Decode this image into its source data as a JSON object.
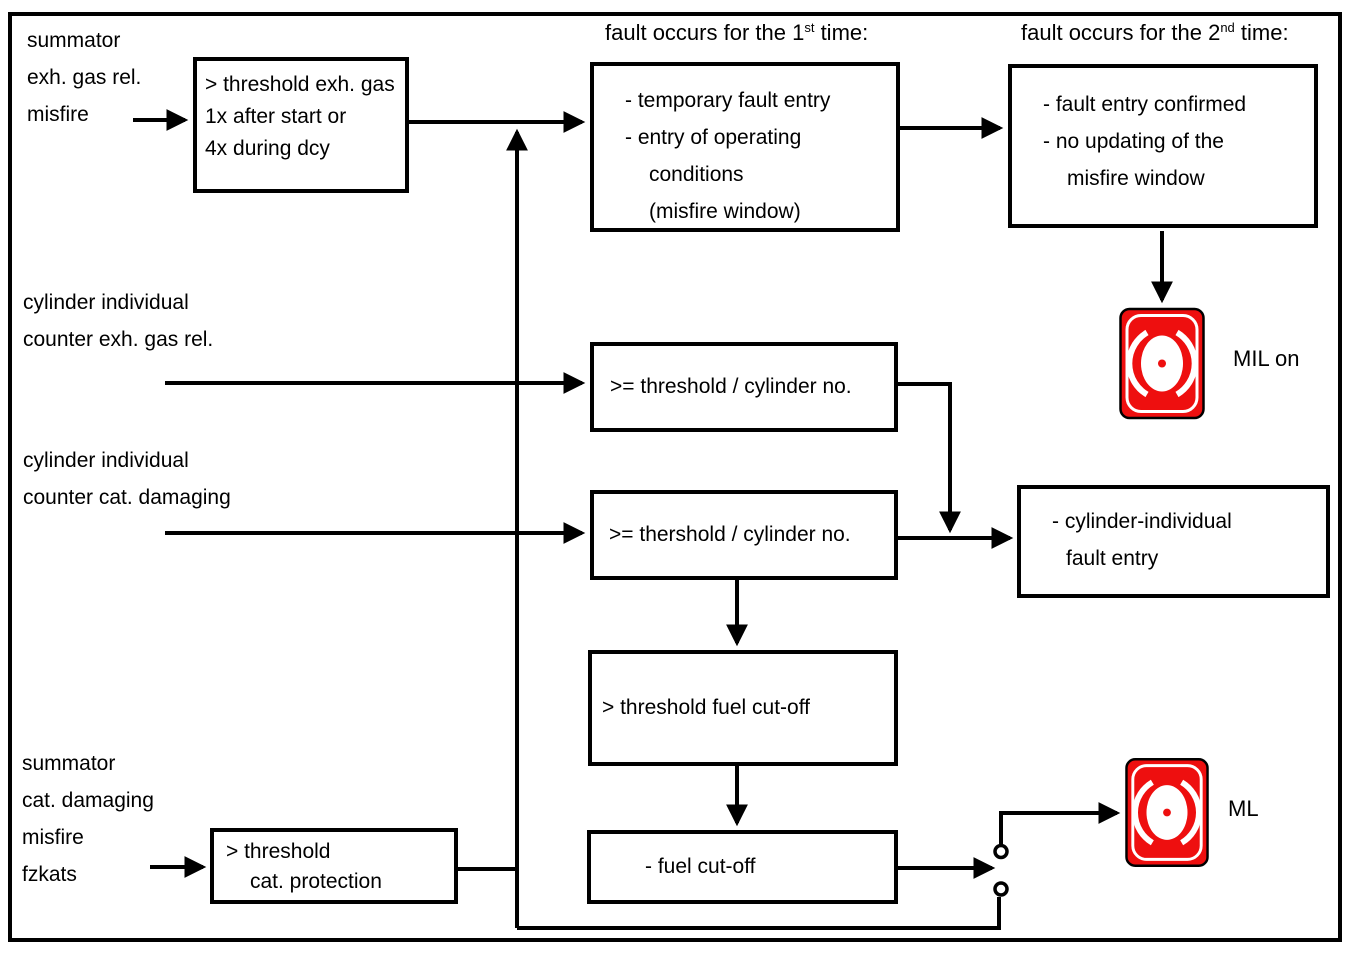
{
  "diagram": {
    "headers": {
      "first_time": {
        "prefix": "fault occurs for the 1",
        "sup": "st",
        "suffix": " time:"
      },
      "second_time": {
        "prefix": "fault occurs for the 2",
        "sup": "nd",
        "suffix": " time:"
      }
    },
    "labels": {
      "summator_exh": [
        "summator",
        "exh. gas rel.",
        "misfire"
      ],
      "cyl_exh": [
        "cylinder individual",
        "counter exh. gas rel."
      ],
      "cyl_cat": [
        "cylinder individual",
        "counter cat. damaging"
      ],
      "summator_cat": [
        "summator",
        "cat. damaging",
        "misfire",
        "fzkats"
      ],
      "mil_on": "MIL on",
      "ml": "ML"
    },
    "boxes": {
      "threshold_exh": {
        "lines": [
          "> threshold exh. gas",
          "1x after start or",
          "4x during dcy"
        ]
      },
      "first_time": {
        "lines": [
          "- temporary fault entry",
          "- entry of operating",
          "conditions",
          "(misfire window)"
        ]
      },
      "second_time": {
        "lines": [
          "- fault entry confirmed",
          "- no updating of the",
          "misfire window"
        ]
      },
      "threshold_cyl_exh": {
        "text": ">= threshold / cylinder no."
      },
      "threshold_cyl_cat": {
        "text": ">= thershold / cylinder no."
      },
      "fault_entry": {
        "lines": [
          "- cylinder-individual",
          "fault entry"
        ]
      },
      "threshold_fuel": {
        "text": "> threshold fuel cut-off"
      },
      "fuel_cutoff": {
        "text": "- fuel cut-off"
      },
      "threshold_cat": {
        "lines": [
          "> threshold",
          "cat. protection"
        ]
      }
    },
    "colors": {
      "mil_red": "#ee0f0f",
      "line": "#000000"
    }
  }
}
